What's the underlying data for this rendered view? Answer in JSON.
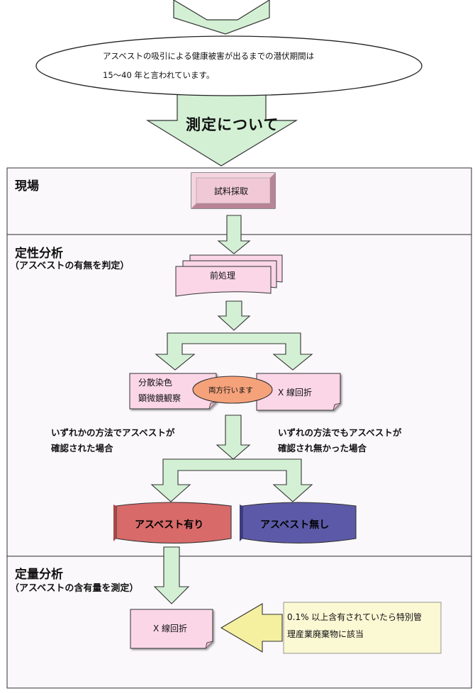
{
  "intro": {
    "line1": "アスベストの吸引による健康被害が出るまでの潜伏期間は",
    "line2": "15〜40 年と言われています。"
  },
  "main_arrow": {
    "label": "測定について"
  },
  "sections": {
    "site": {
      "title": "現場"
    },
    "qualitative": {
      "title": "定性分析",
      "subtitle": "（アスベストの有無を判定）"
    },
    "quantitative": {
      "title": "定量分析",
      "subtitle": "（アスベストの含有量を測定）"
    }
  },
  "steps": {
    "sampling": "試料採取",
    "preprocess": "前処理",
    "dispersion_line1": "分散染色",
    "dispersion_line2": "顕微鏡観察",
    "both_methods": "両方行います",
    "xray": "X 線回折",
    "xray_quant": "X 線回折"
  },
  "conditions": {
    "found_line1": "いずれかの方法でアスベストが",
    "found_line2": "確認された場合",
    "notfound_line1": "いずれの方法でもアスベストが",
    "notfound_line2": "確認され無かった場合"
  },
  "results": {
    "present": "アスベスト有り",
    "absent": "アスベスト無し"
  },
  "note": {
    "line1": "0.1% 以上含有されていたら特別管",
    "line2": "理産業廃棄物に該当"
  },
  "colors": {
    "arrow_fill": "#d3f0d5",
    "pink_box": "#fad6e6",
    "sampling_box": "#e6b4c6",
    "oval_fill": "#f5a27b",
    "present": "#d86a6a",
    "absent": "#5c5aa8",
    "note_arrow": "#f5f0a0"
  }
}
